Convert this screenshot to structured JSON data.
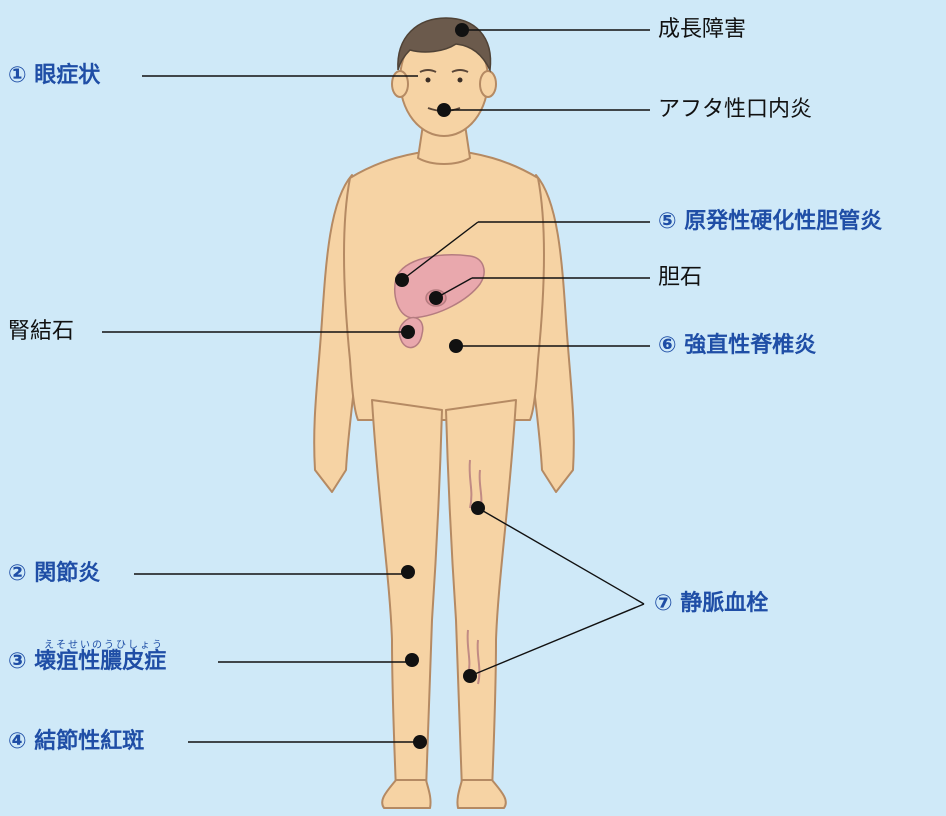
{
  "diagram": {
    "right_labels": {
      "growth": "成長障害",
      "aphthous": "アフタ性口内炎",
      "psc": "⑤ 原発性硬化性胆管炎",
      "gallstone": "胆石",
      "as": "⑥ 強直性脊椎炎",
      "thrombosis": "⑦ 静脈血栓"
    },
    "left_labels": {
      "eye": "① 眼症状",
      "kidney_stone": "腎結石",
      "arthritis": "② 関節炎",
      "pyoderma": "③ 壊疽性膿皮症",
      "pyoderma_reading": "えそせいのうひしょう",
      "erythema": "④ 結節性紅斑"
    }
  },
  "colors": {
    "background": "#cfe9f8",
    "skin": "#f6d3a4",
    "skin_outline": "#b58a63",
    "hair": "#6b5a4c",
    "organ": "#e9a8ad",
    "highlight_text": "#1f4ea6",
    "plain_text": "#111111"
  }
}
